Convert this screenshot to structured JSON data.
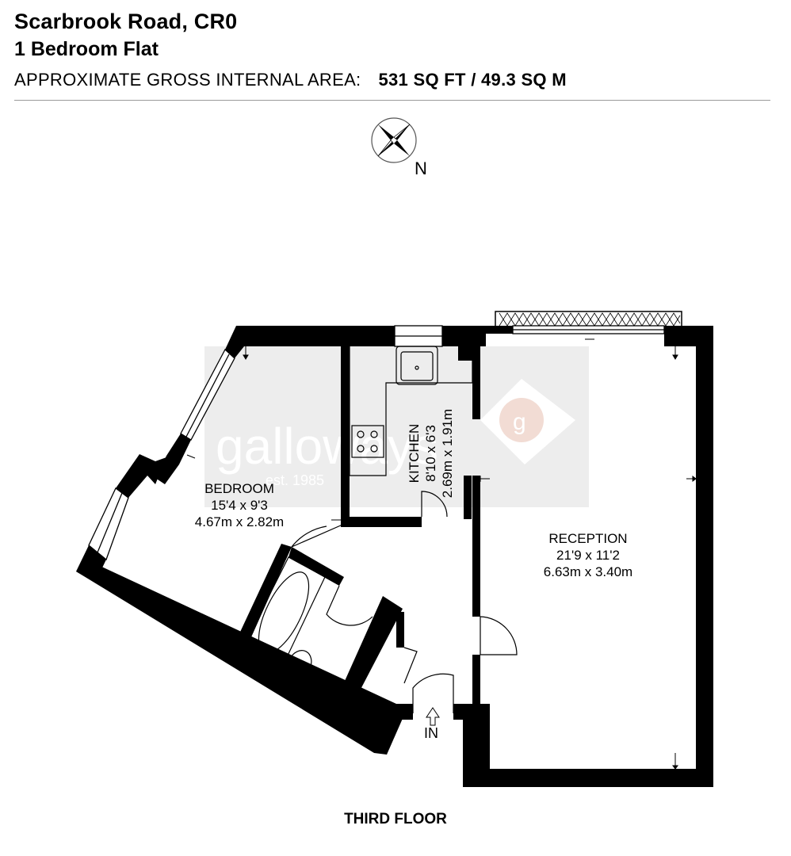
{
  "header": {
    "title": "Scarbrook Road, CR0",
    "subtitle": "1 Bedroom Flat",
    "area_label": "APPROXIMATE GROSS INTERNAL AREA:",
    "area_value": "531 SQ FT / 49.3 SQ M"
  },
  "compass": {
    "north_label": "N",
    "icon": "compass-rose-icon"
  },
  "watermark": {
    "brand": "galloways",
    "tagline": "est. 1985",
    "logo_letter": "g"
  },
  "rooms": {
    "bedroom": {
      "name": "BEDROOM",
      "imperial": "15'4 x 9'3",
      "metric": "4.67m x 2.82m"
    },
    "kitchen": {
      "name": "KITCHEN",
      "imperial": "8'10 x 6'3",
      "metric": "2.69m x 1.91m"
    },
    "reception": {
      "name": "RECEPTION",
      "imperial": "21'9 x 11'2",
      "metric": "6.63m x 3.40m"
    }
  },
  "entrance": {
    "label": "IN"
  },
  "floor": {
    "label": "THIRD FLOOR"
  },
  "colors": {
    "wall": "#000000",
    "watermark": "#e6e6e6",
    "rule": "#9a9a9a"
  }
}
